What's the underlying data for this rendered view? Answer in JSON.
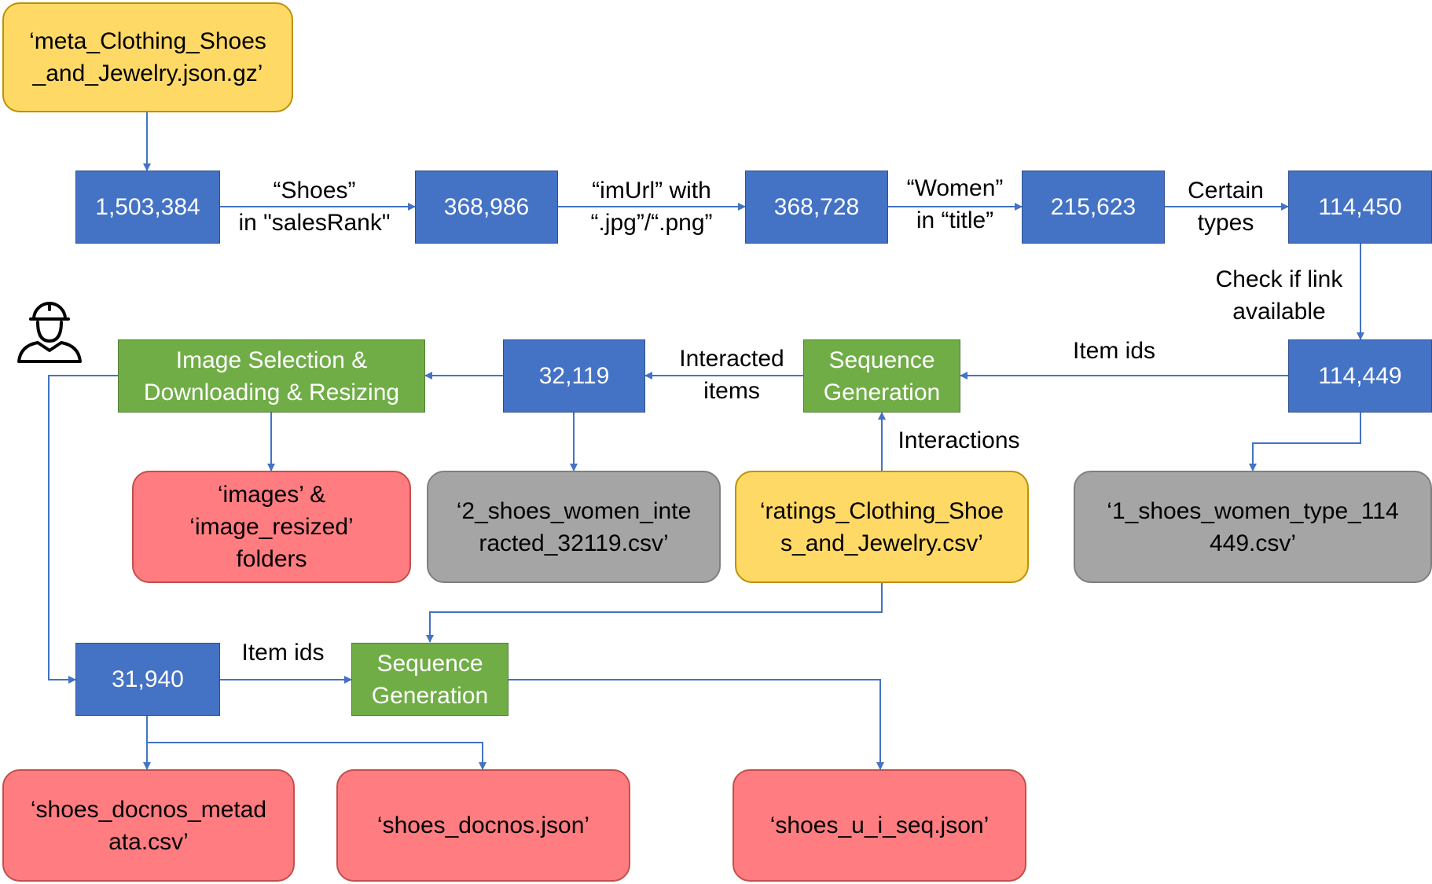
{
  "colors": {
    "connector": "#4472c4",
    "count_box": "#4472c4",
    "process_box": "#70ad47",
    "input_file": "#ffd966",
    "output_file": "#ff7c80",
    "intermediate_file": "#a5a5a5"
  },
  "icons": {
    "user": "worker-helmet-icon"
  },
  "boxes": {
    "meta_file": "‘meta_Clothing_Shoes\n_and_Jewelry.json.gz’",
    "n1503384": "1,503,384",
    "n368986": "368,986",
    "n368728": "368,728",
    "n215623": "215,623",
    "n114450": "114,450",
    "n114449": "114,449",
    "seq_gen_1": "Sequence\nGeneration",
    "n32119": "32,119",
    "image_sel": "Image Selection &\nDownloading & Resizing",
    "images_folders": "‘images’ &\n‘image_resized’\nfolders",
    "file_2": "‘2_shoes_women_inte\nracted_32119.csv’",
    "ratings_file": "‘ratings_Clothing_Shoe\ns_and_Jewelry.csv’",
    "file_1": "‘1_shoes_women_type_114\n449.csv’",
    "n31940": "31,940",
    "seq_gen_2": "Sequence\nGeneration",
    "docnos_meta": "‘shoes_docnos_metad\nata.csv’",
    "docnos_json": "‘shoes_docnos.json’",
    "u_i_seq": "‘shoes_u_i_seq.json’"
  },
  "labels": {
    "shoes_sales_rank": "“Shoes”\nin \"salesRank\"",
    "imurl": "“imUrl” with\n“.jpg”/“.png”",
    "women_title": "“Women”\nin “title”",
    "certain_types": "Certain\ntypes",
    "check_link": "Check if link\navailable",
    "item_ids_1": "Item ids",
    "interacted_items": "Interacted\nitems",
    "interactions": "Interactions",
    "item_ids_2": "Item ids"
  }
}
